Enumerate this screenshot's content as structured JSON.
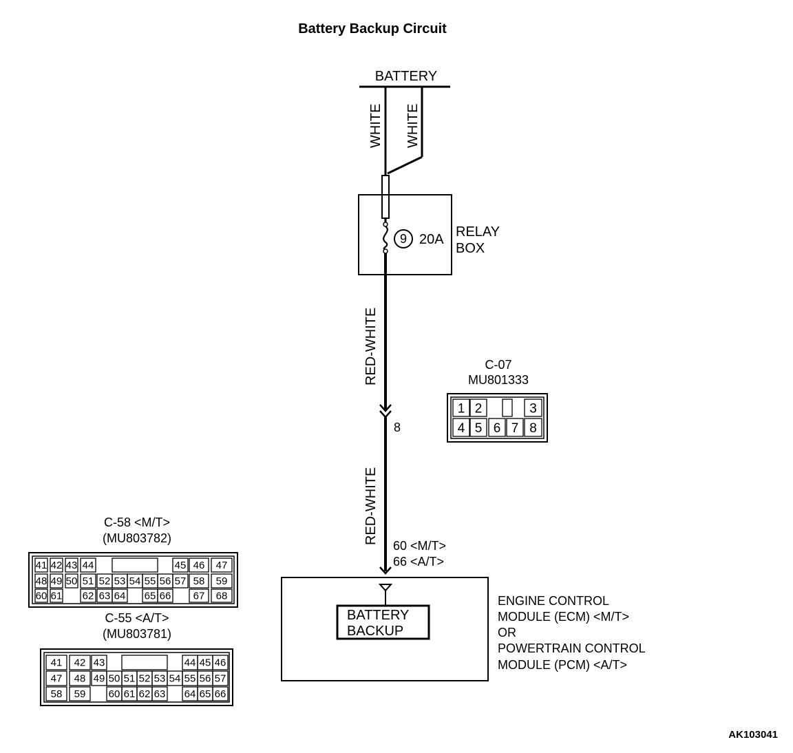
{
  "title": "Battery Backup Circuit",
  "battery": {
    "label": "BATTERY"
  },
  "wires": {
    "white_left": "WHITE",
    "white_right": "WHITE",
    "red_white_upper": "RED-WHITE",
    "red_white_lower": "RED-WHITE"
  },
  "relay_box": {
    "label_line1": "RELAY",
    "label_line2": "BOX",
    "fuse_number": "9",
    "fuse_rating": "20A"
  },
  "junction": {
    "terminal": "8"
  },
  "ecm": {
    "terminal_mt": "60 <M/T>",
    "terminal_at": "66 <A/T>",
    "inner_line1": "BATTERY",
    "inner_line2": "BACKUP",
    "desc": [
      "ENGINE CONTROL",
      "MODULE (ECM) <M/T>",
      "OR",
      "POWERTRAIN CONTROL",
      "MODULE (PCM) <A/T>"
    ]
  },
  "connector_c07": {
    "name": "C-07",
    "part": "MU801333",
    "row1": [
      "1",
      "2",
      "",
      "3"
    ],
    "row2": [
      "4",
      "5",
      "6",
      "7",
      "8"
    ]
  },
  "connector_c58": {
    "name": "C-58 <M/T>",
    "part": "(MU803782)",
    "row1": [
      "41",
      "42",
      "43",
      "44",
      "45",
      "46",
      "47"
    ],
    "row2": [
      "48",
      "49",
      "50",
      "51",
      "52",
      "53",
      "54",
      "55",
      "56",
      "57",
      "58",
      "59"
    ],
    "row3": [
      "60",
      "61",
      "62",
      "63",
      "64",
      "65",
      "66",
      "67",
      "68"
    ]
  },
  "connector_c55": {
    "name": "C-55 <A/T>",
    "part": "(MU803781)",
    "row1": [
      "41",
      "42",
      "43",
      "44",
      "45",
      "46"
    ],
    "row2": [
      "47",
      "48",
      "49",
      "50",
      "51",
      "52",
      "53",
      "54",
      "55",
      "56",
      "57"
    ],
    "row3": [
      "58",
      "59",
      "60",
      "61",
      "62",
      "63",
      "64",
      "65",
      "66"
    ]
  },
  "reference": "AK103041"
}
